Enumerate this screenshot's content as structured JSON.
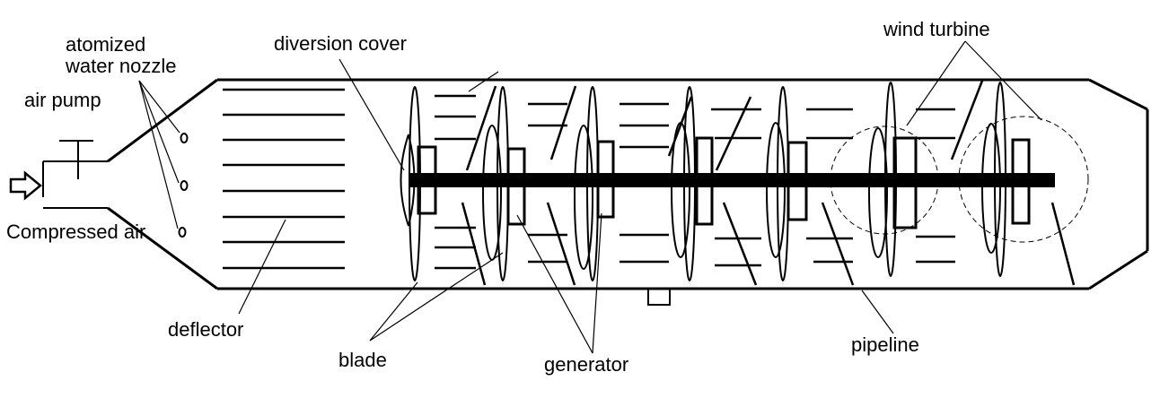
{
  "labels": {
    "atomized_line1": "atomized",
    "atomized_line2": "water nozzle",
    "air_pump": "air pump",
    "compressed_air": "Compressed air",
    "diversion_cover": "diversion cover",
    "wind_turbine": "wind turbine",
    "deflector": "deflector",
    "blade": "blade",
    "generator": "generator",
    "pipeline": "pipeline"
  },
  "colors": {
    "ink": "#000000",
    "background": "#ffffff"
  }
}
